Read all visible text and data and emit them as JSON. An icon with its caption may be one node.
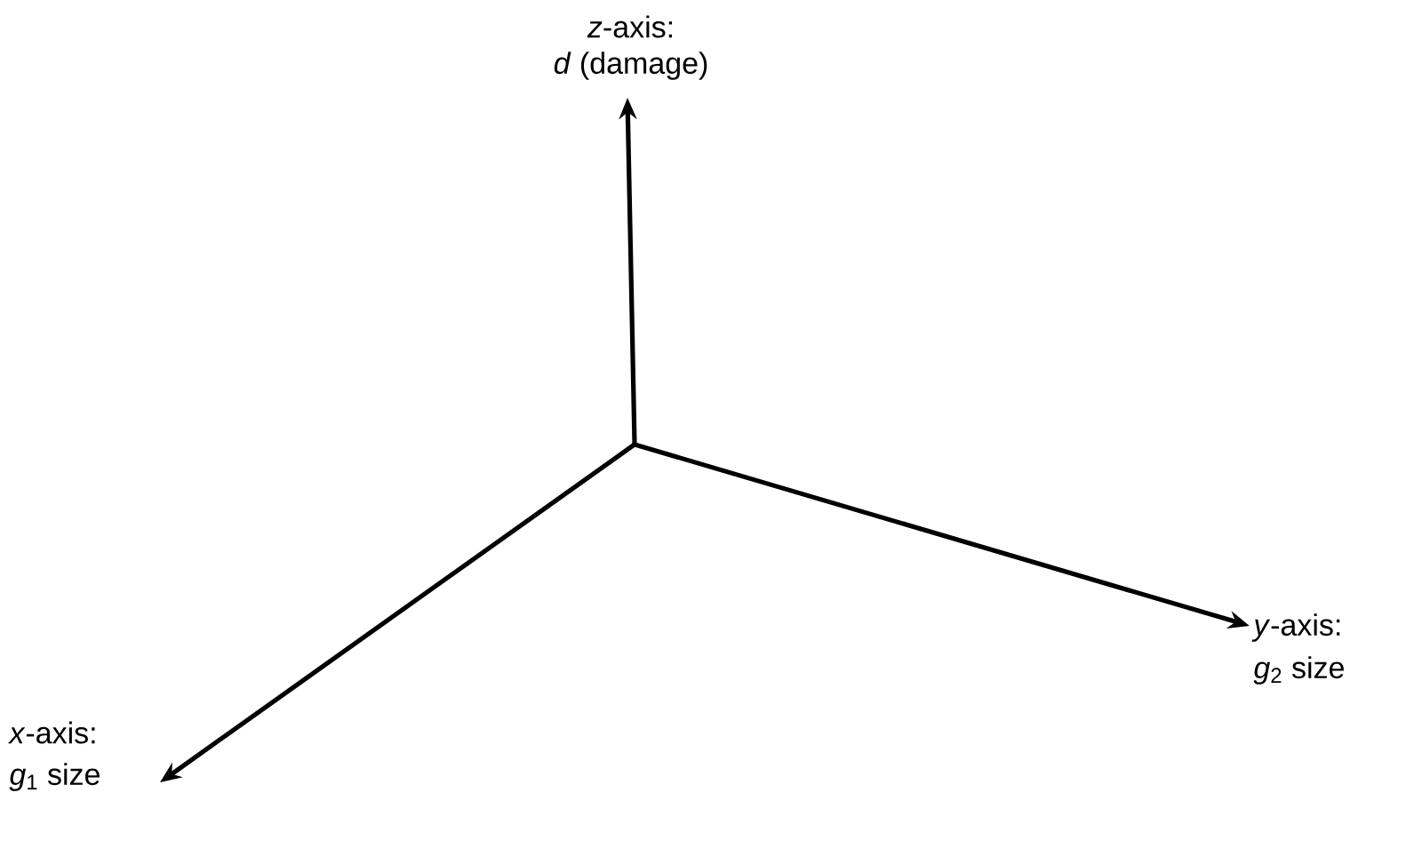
{
  "diagram": {
    "labels": [
      "*z*-axis:",
      "*d* (damage)",
      "*y*-axis:",
      "*g*$_{2}$ size",
      "*x*-axis:",
      "*g*$_{1}$ size"
    ]
  }
}
